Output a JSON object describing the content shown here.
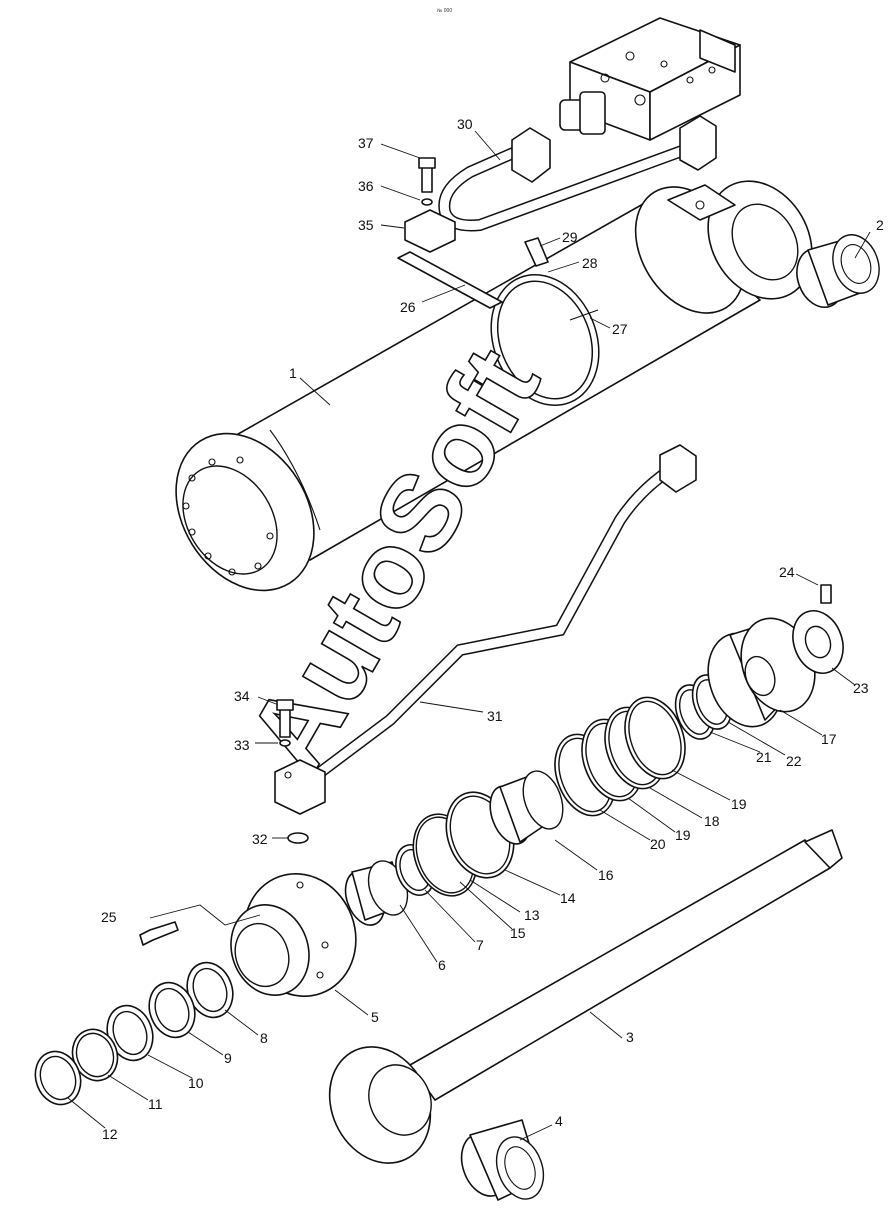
{
  "watermark": "AutoSoft",
  "page_marker": "№ 000",
  "callouts": [
    "1",
    "2",
    "3",
    "4",
    "5",
    "6",
    "7",
    "8",
    "9",
    "10",
    "11",
    "12",
    "13",
    "14",
    "15",
    "16",
    "17",
    "18",
    "19",
    "19",
    "20",
    "21",
    "22",
    "23",
    "24",
    "25",
    "26",
    "27",
    "28",
    "29",
    "30",
    "31",
    "32",
    "33",
    "34",
    "35",
    "36",
    "37"
  ]
}
